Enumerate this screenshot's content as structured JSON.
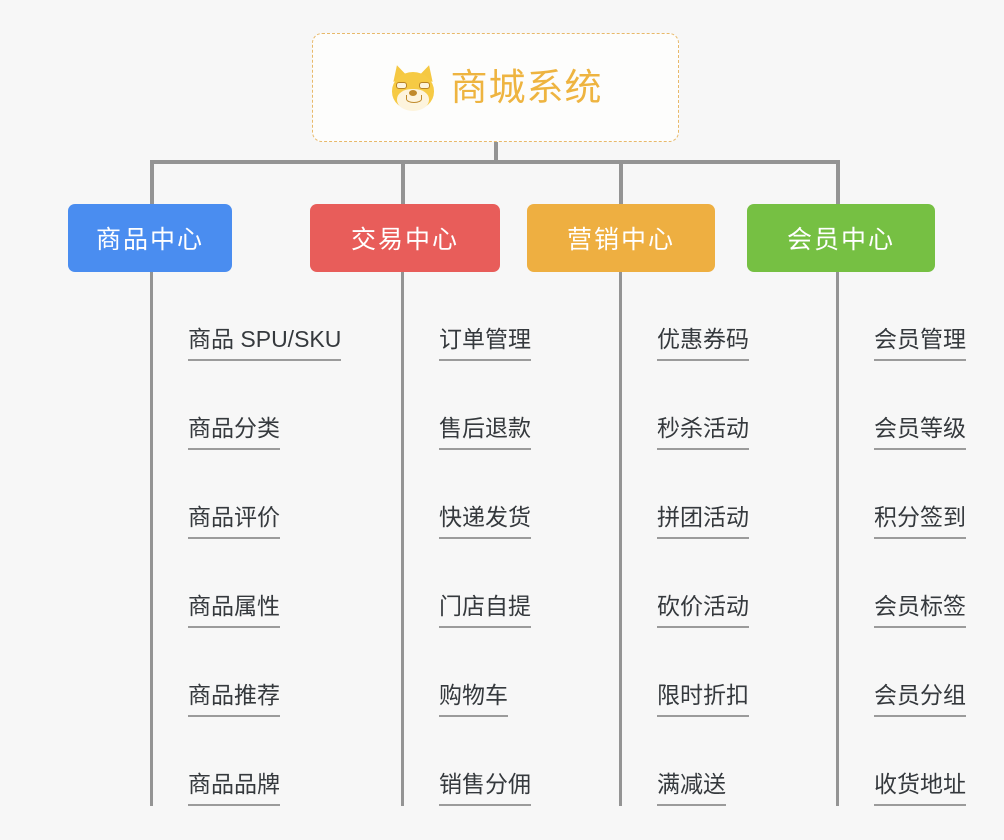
{
  "diagram": {
    "type": "mindmap",
    "title": "商城系统",
    "background_color": "#f7f7f7",
    "root": {
      "label": "商城系统",
      "icon": "shiba-inu-dog-face",
      "text_color": "#eeb440",
      "border_color": "#e8b96a",
      "background_color": "#fdfdfc"
    },
    "connector_color": "#949494",
    "branches": [
      {
        "label": "商品中心",
        "color": "#4a8df0",
        "items": [
          "商品 SPU/SKU",
          "商品分类",
          "商品评价",
          "商品属性",
          "商品推荐",
          "商品品牌"
        ]
      },
      {
        "label": "交易中心",
        "color": "#e85d5a",
        "items": [
          "订单管理",
          "售后退款",
          "快递发货",
          "门店自提",
          "购物车",
          "销售分佣"
        ]
      },
      {
        "label": "营销中心",
        "color": "#eeaf41",
        "items": [
          "优惠券码",
          "秒杀活动",
          "拼团活动",
          "砍价活动",
          "限时折扣",
          "满减送"
        ]
      },
      {
        "label": "会员中心",
        "color": "#76c043",
        "items": [
          "会员管理",
          "会员等级",
          "积分签到",
          "会员标签",
          "会员分组",
          "收货地址"
        ]
      }
    ]
  },
  "layout": {
    "branch_left": [
      68,
      310,
      527,
      747
    ],
    "branch_width": [
      164,
      190,
      188,
      188
    ],
    "drop_left": [
      150,
      401,
      619,
      836
    ]
  }
}
